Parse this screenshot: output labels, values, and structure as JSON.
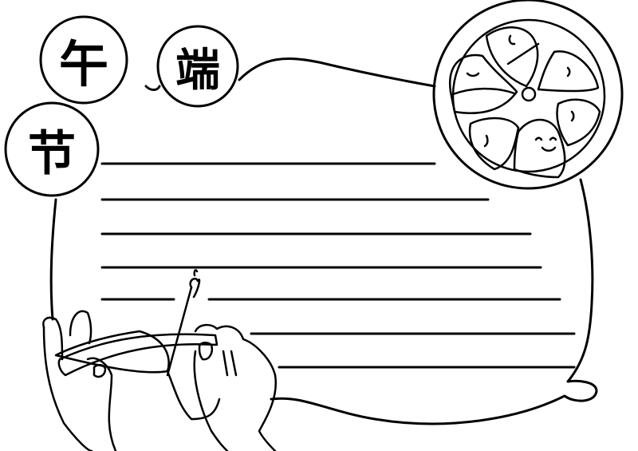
{
  "title": {
    "chars": [
      "午",
      "端",
      "节"
    ],
    "reading": "端午节"
  },
  "writing_area": {
    "line_count": 7
  },
  "illustrations": {
    "top_right": "plate-of-zongzi",
    "bottom_left": "hands-wrapping-zongzi"
  },
  "colors": {
    "ink": "#000000",
    "paper": "#ffffff"
  }
}
